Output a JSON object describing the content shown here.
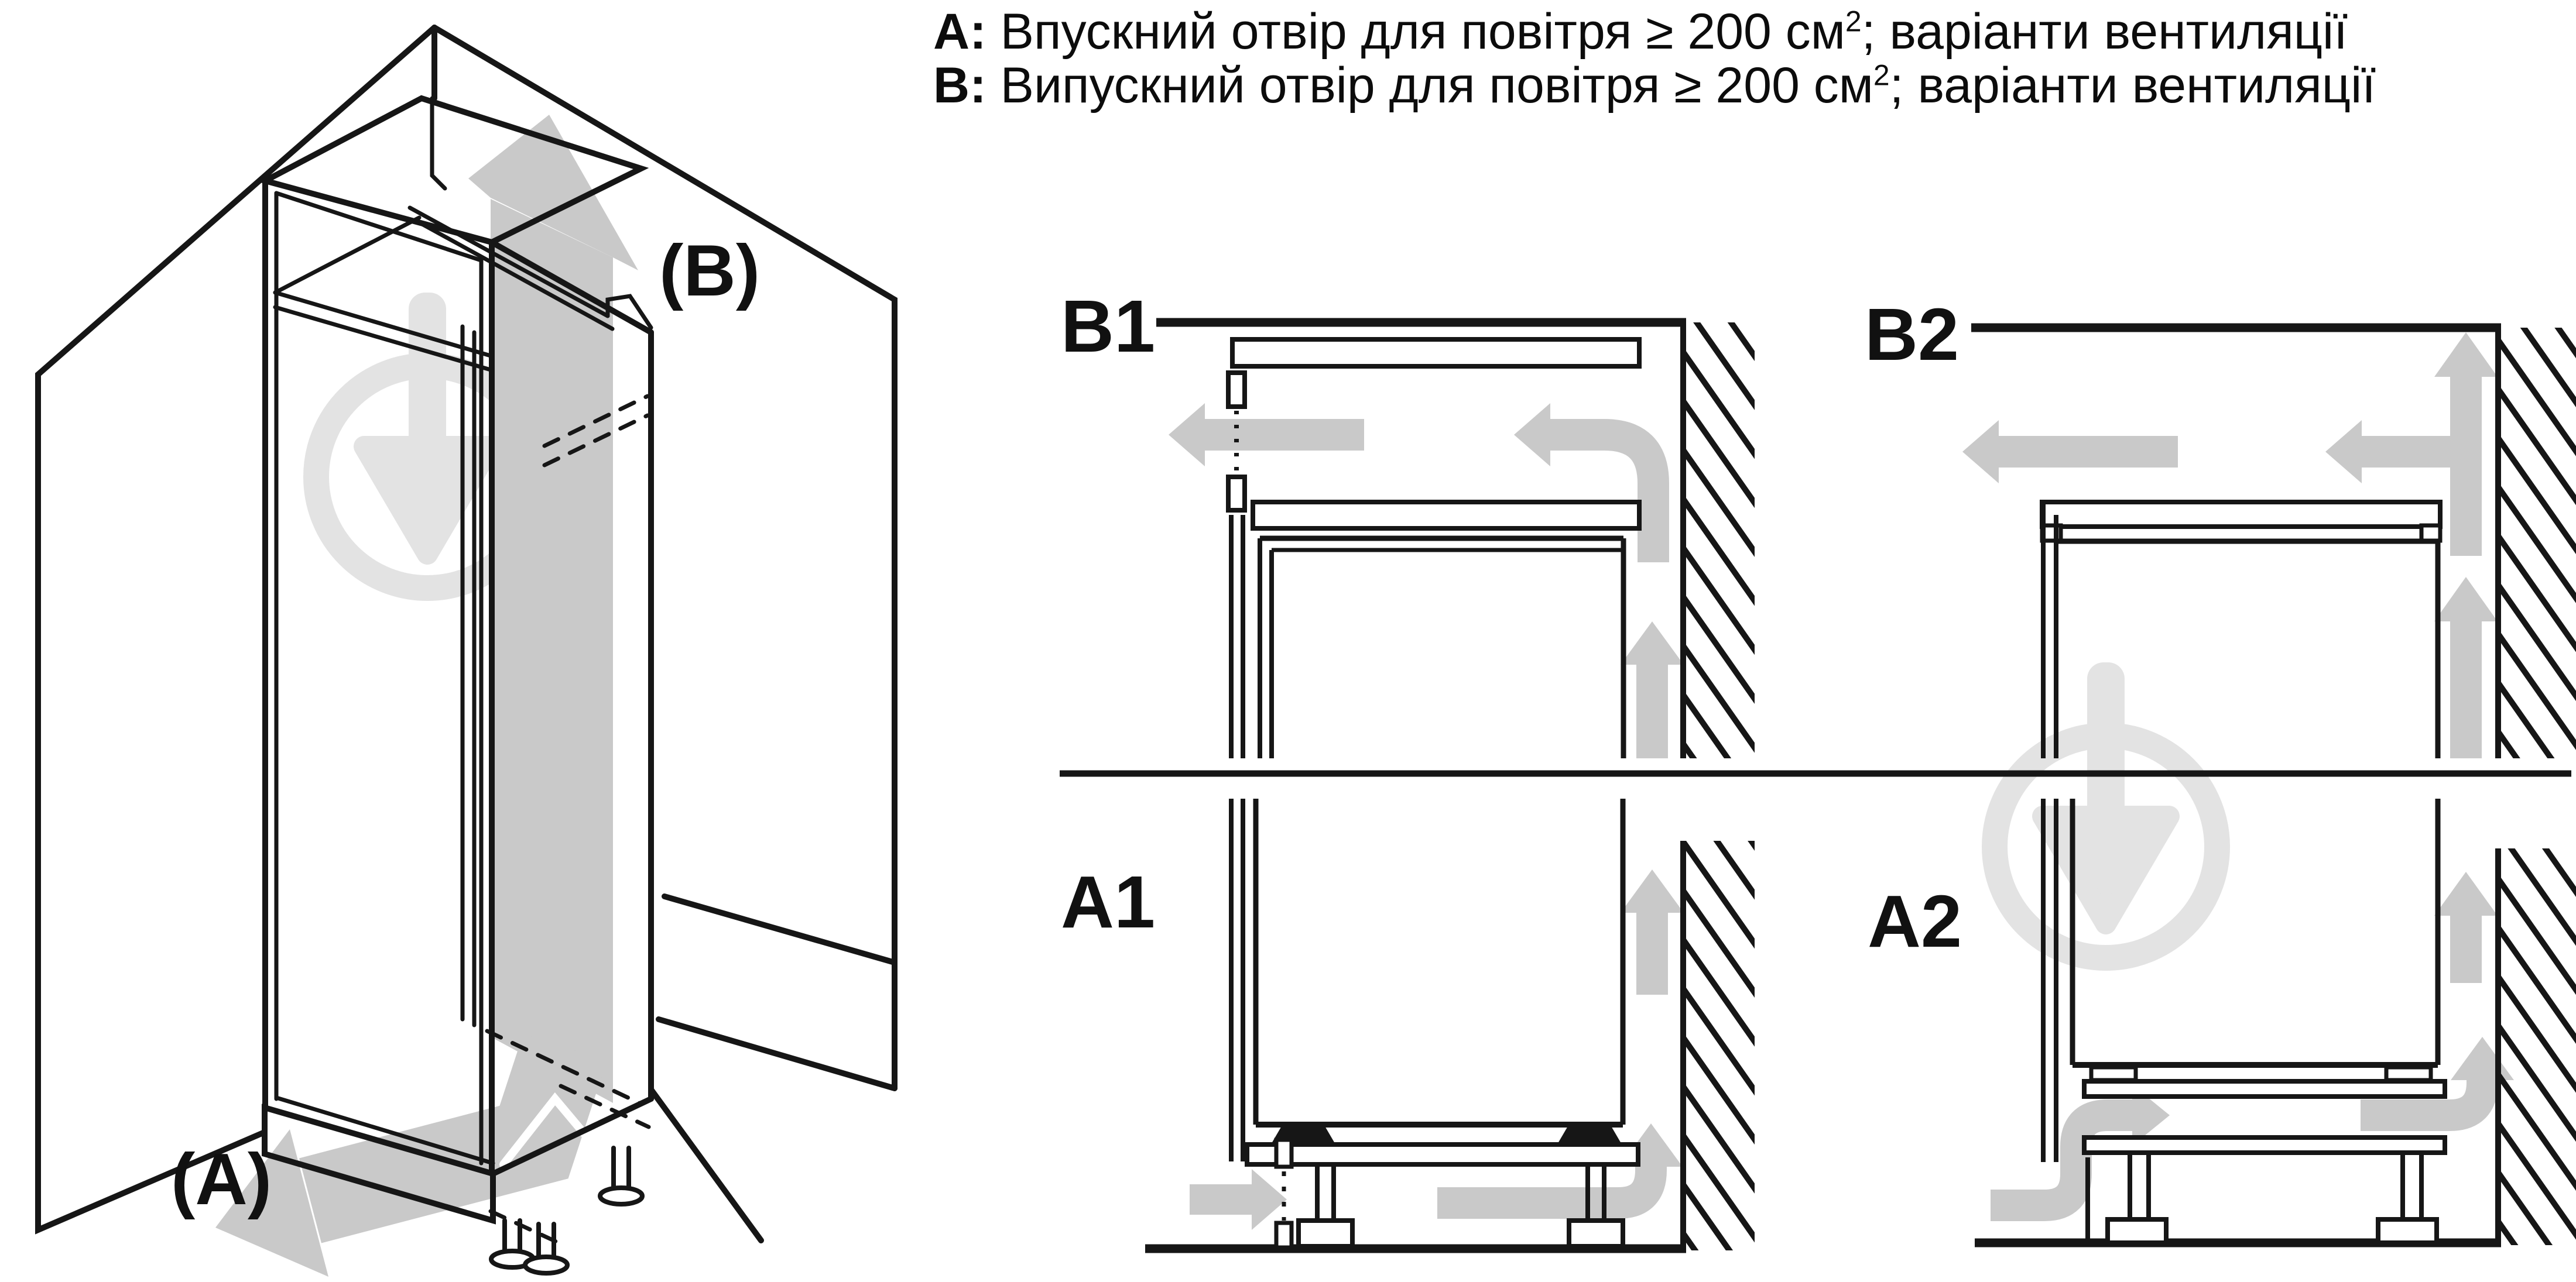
{
  "header": {
    "line_a": {
      "prefix": "A:",
      "body": " Впускний отвір для повітря ≥ 200 см",
      "sup": "2",
      "suffix": "; варіанти вентиляції"
    },
    "line_b": {
      "prefix": "B:",
      "body": " Випускний отвір для повітря ≥ 200 см",
      "sup": "2",
      "suffix": "; варіанти вентиляції"
    }
  },
  "overview": {
    "outlet_label": "(B)",
    "inlet_label": "(A)"
  },
  "panels": {
    "b1": {
      "label": "B1"
    },
    "b2": {
      "label": "B2"
    },
    "a1": {
      "label": "A1"
    },
    "a2": {
      "label": "A2"
    }
  },
  "colors": {
    "line": "#161616",
    "arrow": "#c9c9c9",
    "watermark": "#e3e3e3",
    "background": "#ffffff"
  },
  "icons": {
    "watermark": "download-arrow-watermark",
    "airflow": "airflow-arrow",
    "wall": "hatched-wall"
  }
}
